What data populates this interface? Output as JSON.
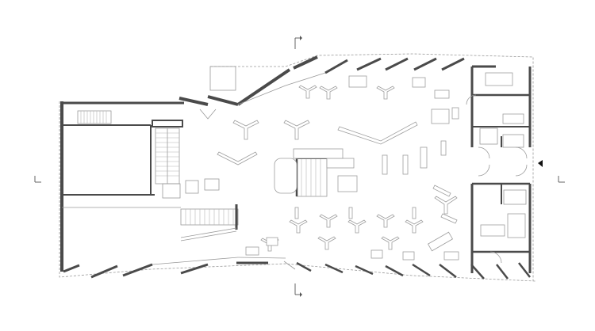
{
  "diagram": {
    "kind": "architectural-floor-plan",
    "colors": {
      "background": "#ffffff",
      "wall": "#4a4a4a",
      "thin_line": "#9a9a9a",
      "furniture": "#9d9d9d",
      "marker": "#111111"
    },
    "icons": [
      "section-marker-top",
      "section-marker-bottom",
      "section-marker-left",
      "section-marker-right",
      "north-arrow-marker"
    ]
  }
}
